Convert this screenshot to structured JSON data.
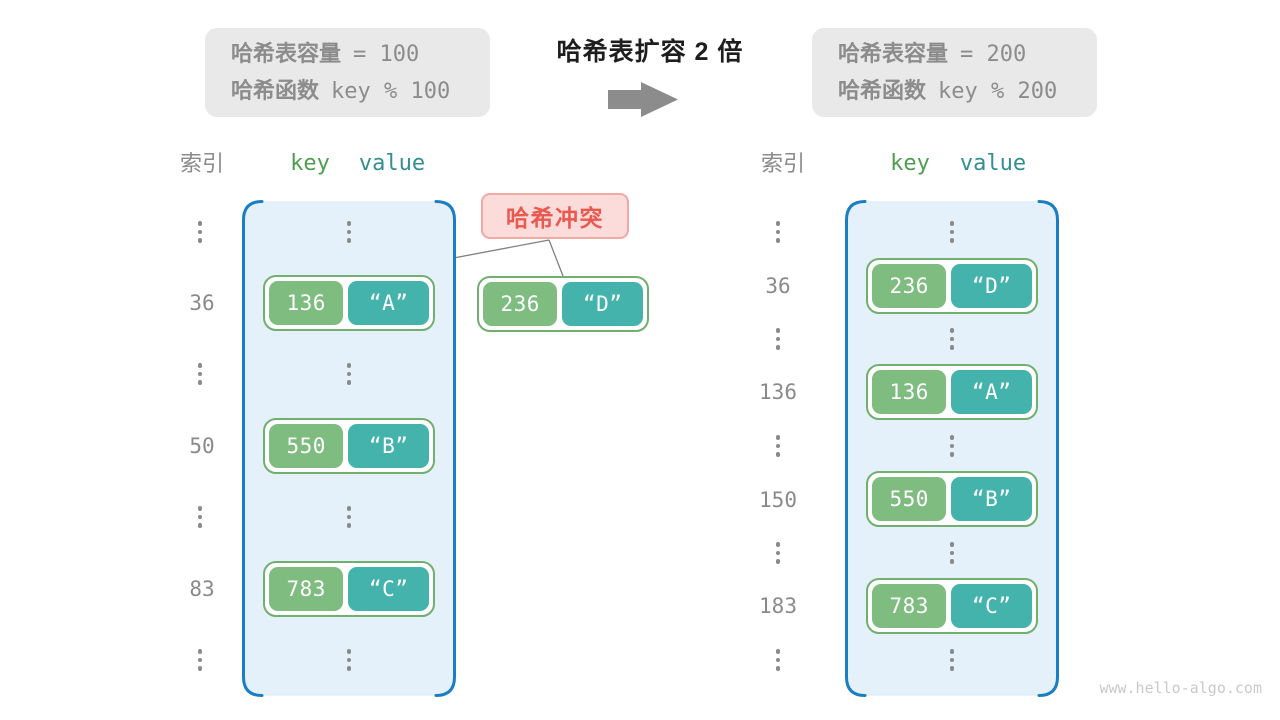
{
  "header": {
    "old_config": {
      "line1_label": "哈希表容量",
      "line1_value": "= 100",
      "line2_label": "哈希函数",
      "line2_value": "key % 100"
    },
    "title": "哈希表扩容 2 倍",
    "arrow_icon": "right-arrow",
    "new_config": {
      "line1_label": "哈希表容量",
      "line1_value": "= 200",
      "line2_label": "哈希函数",
      "line2_value": "key % 200"
    }
  },
  "columns": {
    "index": "索引",
    "key": "key",
    "value": "value"
  },
  "collision_label": "哈希冲突",
  "left_table": {
    "capacity": "100",
    "rows": [
      {
        "type": "dots"
      },
      {
        "type": "entry",
        "index": "36",
        "key": "136",
        "value": "“A”"
      },
      {
        "type": "dots"
      },
      {
        "type": "entry",
        "index": "50",
        "key": "550",
        "value": "“B”"
      },
      {
        "type": "dots"
      },
      {
        "type": "entry",
        "index": "83",
        "key": "783",
        "value": "“C”"
      },
      {
        "type": "dots"
      }
    ]
  },
  "floating_entry": {
    "key": "236",
    "value": "“D”"
  },
  "right_table": {
    "capacity": "200",
    "rows": [
      {
        "type": "dots"
      },
      {
        "type": "entry",
        "index": "36",
        "key": "236",
        "value": "“D”"
      },
      {
        "type": "dots"
      },
      {
        "type": "entry",
        "index": "136",
        "key": "136",
        "value": "“A”"
      },
      {
        "type": "dots"
      },
      {
        "type": "entry",
        "index": "150",
        "key": "550",
        "value": "“B”"
      },
      {
        "type": "dots"
      },
      {
        "type": "entry",
        "index": "183",
        "key": "783",
        "value": "“C”"
      },
      {
        "type": "dots"
      }
    ]
  },
  "watermark": "www.hello-algo.com",
  "colors": {
    "bucket_border": "#1B7EC2",
    "bucket_fill": "#E5F1FA",
    "key_box": "#7FBC80",
    "value_box": "#43B3AC",
    "entry_border": "#71AF6F",
    "collision_fill": "#FBDCDA",
    "collision_border": "#F3A8A4",
    "collision_text": "#EA5950",
    "infobox_fill": "#E9E9E9",
    "muted_text": "#8C8C8C",
    "arrow": "#8C8C8C",
    "header_key": "#4D9E50",
    "header_value": "#31908D"
  }
}
